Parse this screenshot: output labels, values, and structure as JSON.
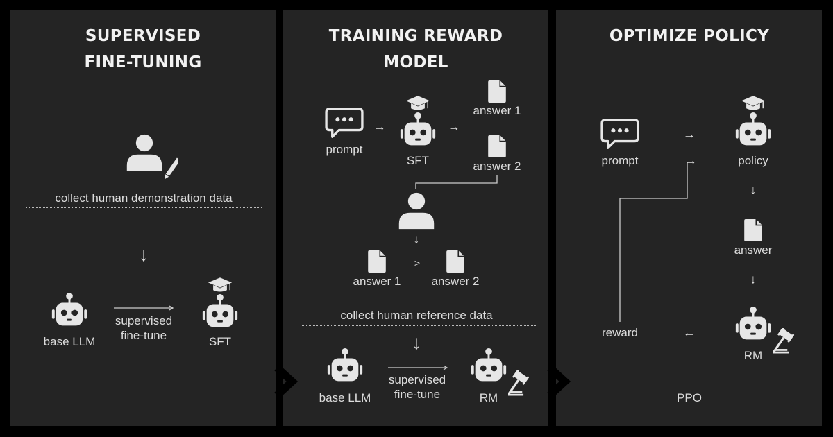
{
  "colors": {
    "background": "#000000",
    "panel": "#242424",
    "icon": "#e6e6e6",
    "text": "#dcdcdc"
  },
  "panel1": {
    "title_line1": "SUPERVISED",
    "title_line2": "FINE-TUNING",
    "collect_label": "collect human demonstration data",
    "arrow_down": "↓",
    "base_label": "base LLM",
    "step_line1": "supervised",
    "step_line2": "fine-tune",
    "sft_label": "SFT"
  },
  "panel2": {
    "title_line1": "TRAINING REWARD",
    "title_line2": "MODEL",
    "prompt_label": "prompt",
    "arrow1": "→",
    "sft_label": "SFT",
    "arrow2": "→",
    "answer1_label": "answer 1",
    "answer2_label": "answer 2",
    "arrow_down": "↓",
    "rank_answer1": "answer 1",
    "gt": ">",
    "rank_answer2": "answer 2",
    "collect_label": "collect human reference data",
    "arrow_down2": "↓",
    "base_label": "base LLM",
    "step_line1": "supervised",
    "step_line2": "fine-tune",
    "rm_label": "RM"
  },
  "panel3": {
    "title": "OPTIMIZE POLICY",
    "prompt_label": "prompt",
    "arrow_right": "→",
    "arrow_in": "→",
    "policy_label": "policy",
    "arrow_down1": "↓",
    "answer_label": "answer",
    "arrow_down2": "↓",
    "rm_label": "RM",
    "arrow_left": "←",
    "reward_label": "reward",
    "ppo_label": "PPO"
  }
}
